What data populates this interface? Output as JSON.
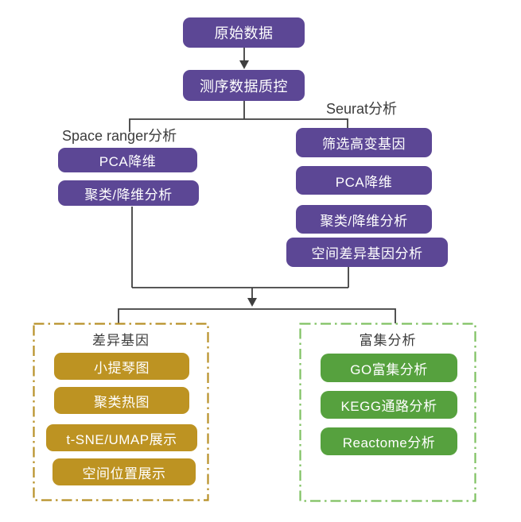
{
  "diagram": {
    "top": [
      {
        "label": "原始数据"
      },
      {
        "label": "测序数据质控"
      }
    ],
    "left_branch": {
      "title": "Space ranger分析",
      "nodes": [
        "PCA降维",
        "聚类/降维分析"
      ]
    },
    "right_branch": {
      "title": "Seurat分析",
      "nodes": [
        "筛选高变基因",
        "PCA降维",
        "聚类/降维分析",
        "空间差异基因分析"
      ]
    },
    "bottom_left_group": {
      "title": "差异基因",
      "nodes": [
        "小提琴图",
        "聚类热图",
        "t-SNE/UMAP展示",
        "空间位置展示"
      ]
    },
    "bottom_right_group": {
      "title": "富集分析",
      "nodes": [
        "GO富集分析",
        "KEGG通路分析",
        "Reactome分析"
      ]
    },
    "colors": {
      "purple": "#5c4795",
      "gold": "#bd9322",
      "green": "#56a13e",
      "gold-border": "#b79027",
      "green-border": "#7fc162",
      "line": "#3f3f3f",
      "label-text": "#3c3c3c",
      "bg": "#ffffff"
    }
  }
}
